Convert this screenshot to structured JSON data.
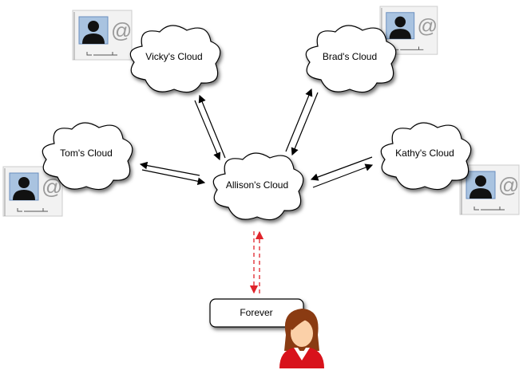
{
  "clouds": {
    "vicky": "Vicky's Cloud",
    "brad": "Brad's Cloud",
    "tom": "Tom's Cloud",
    "allison": "Allison's Cloud",
    "kathy": "Kathy's Cloud"
  },
  "forever": "Forever",
  "card_at_symbol": "@",
  "colors": {
    "link": "#000000",
    "dashed_link": "#e0242b",
    "person_shirt": "#d8121b",
    "person_hair": "#8a3b12"
  }
}
